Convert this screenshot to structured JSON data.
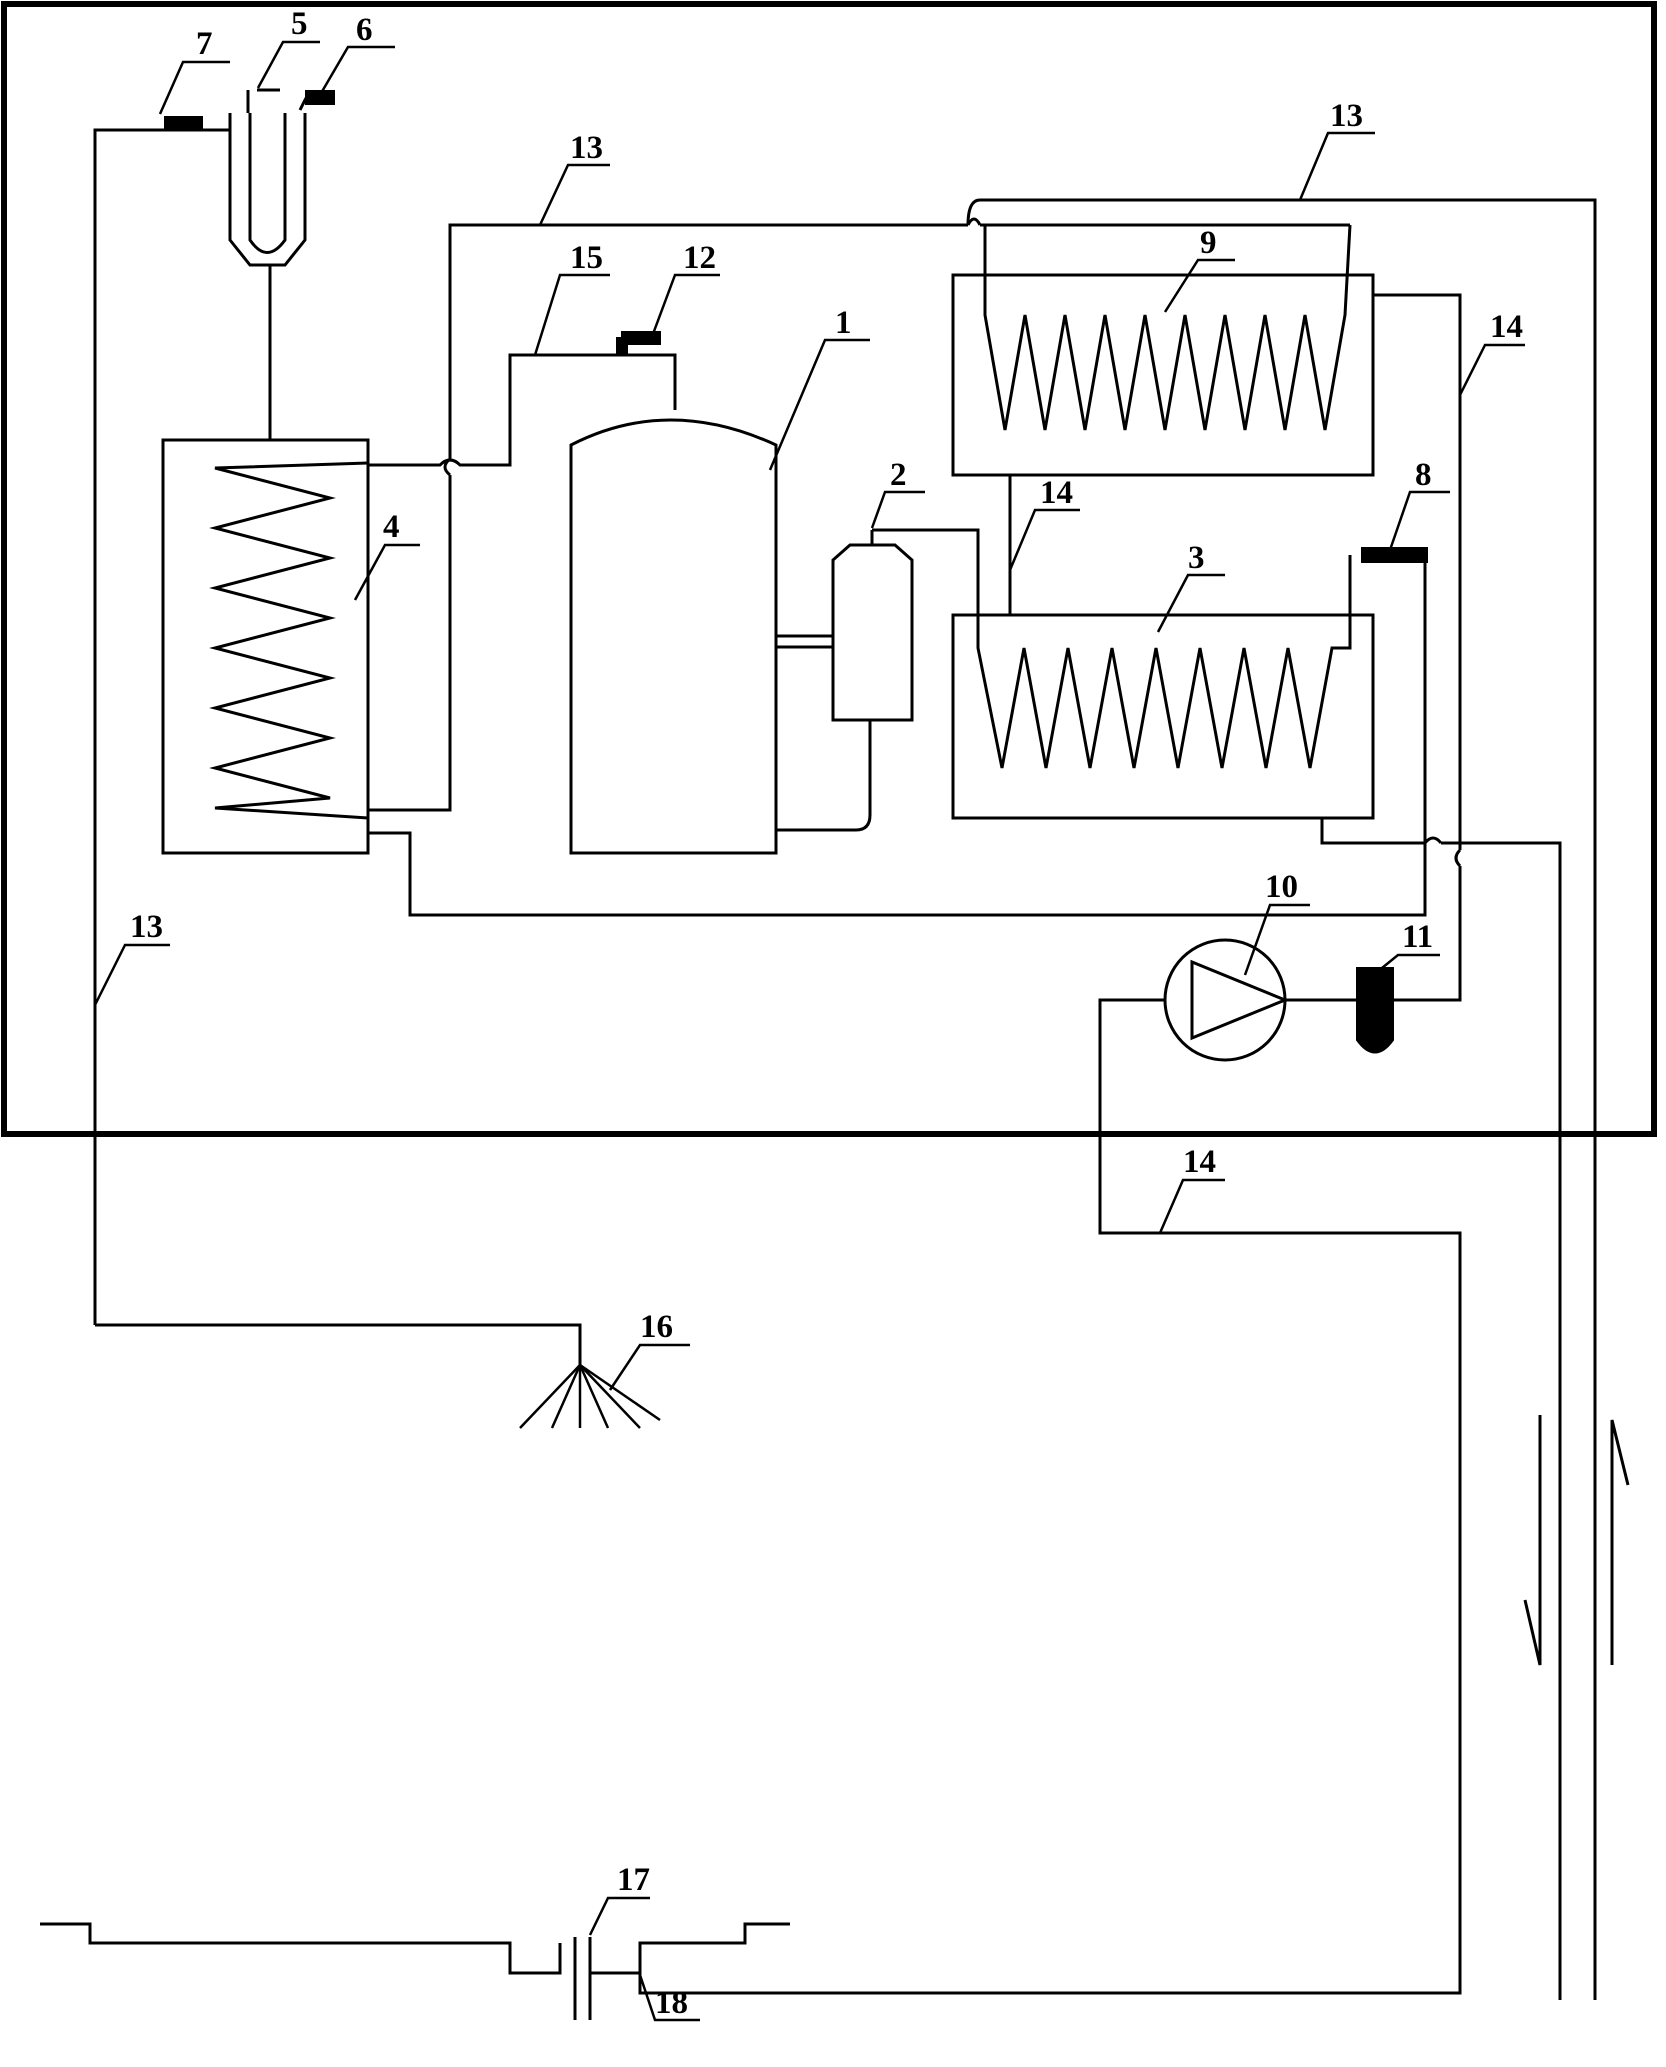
{
  "labels": {
    "l1": "1",
    "l2": "2",
    "l3": "3",
    "l4": "4",
    "l5": "5",
    "l6": "6",
    "l7": "7",
    "l8": "8",
    "l9": "9",
    "l10": "10",
    "l11": "11",
    "l12": "12",
    "l13a": "13",
    "l13b": "13",
    "l13c": "13",
    "l14a": "14",
    "l14b": "14",
    "l14c": "14",
    "l15": "15",
    "l16": "16",
    "l17": "17",
    "l18": "18"
  },
  "colors": {
    "stroke": "#000000",
    "background": "#ffffff"
  }
}
